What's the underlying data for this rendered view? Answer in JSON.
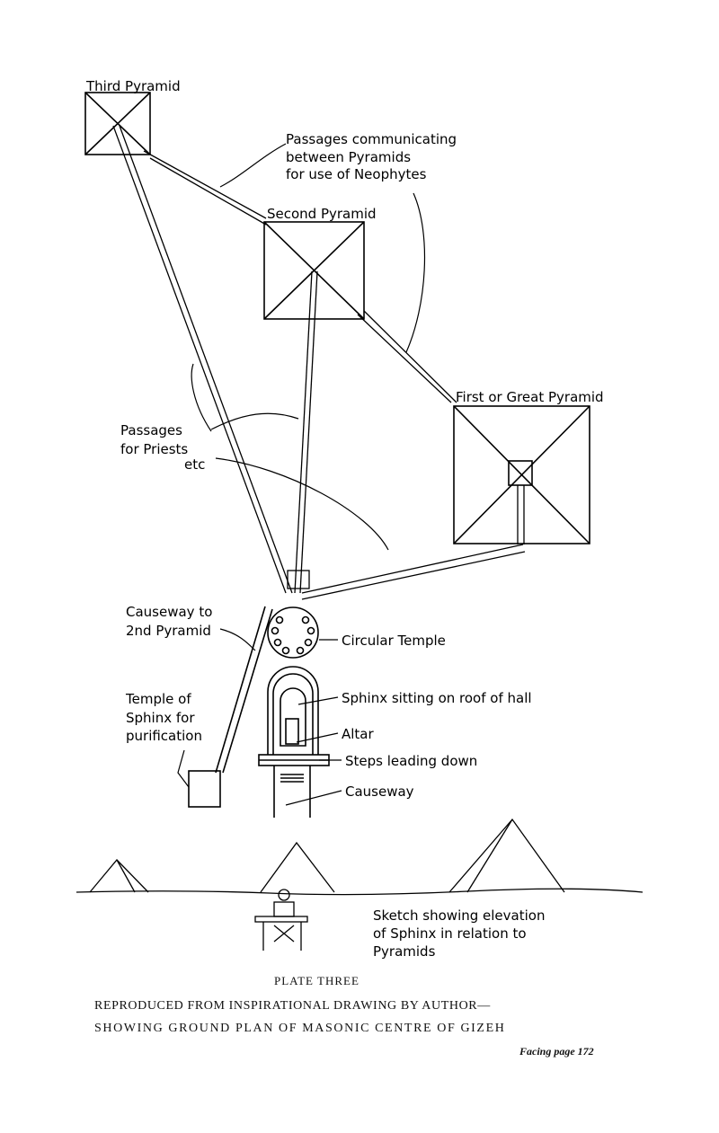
{
  "labels": {
    "third_pyramid": "Third Pyramid",
    "second_pyramid": "Second Pyramid",
    "great_pyramid": "First or Great Pyramid",
    "passages_neophytes": [
      "Passages communicating",
      "between Pyramids",
      "for use of Neophytes"
    ],
    "passages_priests": [
      "Passages",
      "for Priests",
      "etc"
    ],
    "causeway_2nd": [
      "Causeway to",
      "2nd Pyramid"
    ],
    "temple_sphinx": [
      "Temple of",
      "Sphinx for",
      "purification"
    ],
    "circular_temple": "Circular Temple",
    "sphinx_roof": "Sphinx sitting on roof of hall",
    "altar": "Altar",
    "steps": "Steps leading down",
    "causeway": "Causeway",
    "sketch_note": [
      "Sketch showing elevation",
      "of Sphinx in relation to",
      "Pyramids"
    ]
  },
  "caption": {
    "plate": "PLATE THREE",
    "line1": "REPRODUCED FROM INSPIRATIONAL DRAWING BY AUTHOR—",
    "line2": "SHOWING GROUND PLAN OF MASONIC CENTRE OF GIZEH",
    "facing": "Facing page 172"
  }
}
